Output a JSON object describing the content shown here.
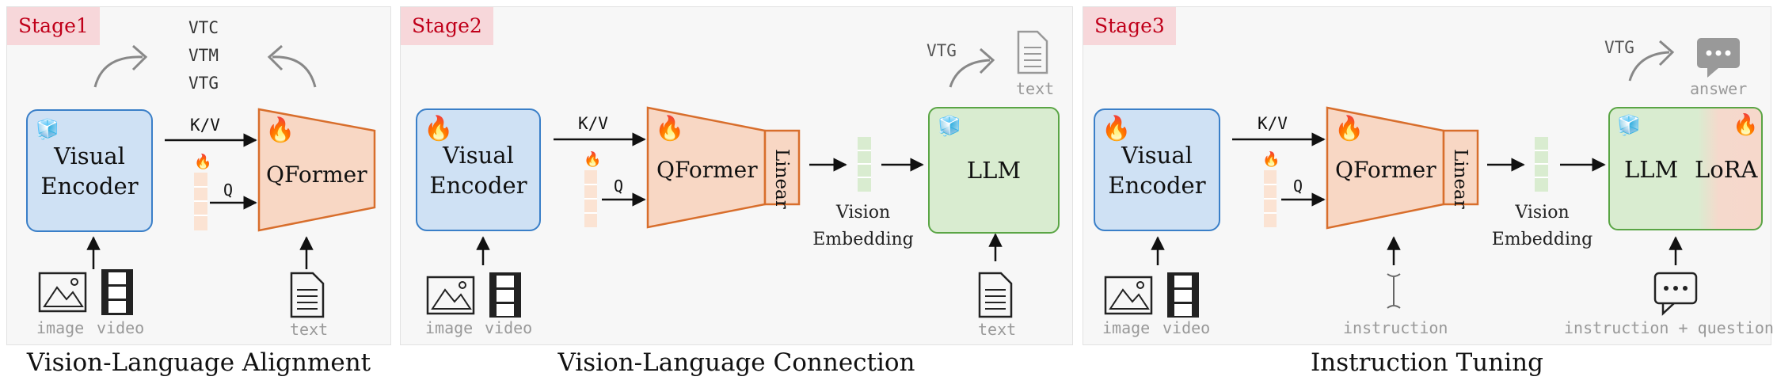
{
  "colors": {
    "stage_tag_bg": "#f7d7da",
    "stage_tag_text": "#c0001a",
    "encoder_fill": "#cfe1f4",
    "encoder_border": "#3a7fc8",
    "qformer_fill": "#f8d7c4",
    "qformer_border": "#d86e2c",
    "llm_fill": "#d9ecd0",
    "llm_border": "#5aa545",
    "muted_text": "#999999"
  },
  "icons": {
    "trainable": "fire-icon",
    "frozen": "ice-cube-icon",
    "image": "image-icon",
    "video": "film-strip-icon",
    "text": "document-icon",
    "answer": "chat-bubble-icon",
    "question": "chat-bubble-outline-icon"
  },
  "stage1": {
    "tag": "Stage1",
    "caption": "Vision-Language Alignment",
    "objectives": [
      "VTC",
      "VTM",
      "VTG"
    ],
    "encoder_line1": "Visual",
    "encoder_line2": "Encoder",
    "kv": "K/V",
    "q": "Q",
    "qformer": "QFormer",
    "input_image": "image",
    "input_video": "video",
    "input_text": "text"
  },
  "stage2": {
    "tag": "Stage2",
    "caption": "Vision-Language Connection",
    "encoder_line1": "Visual",
    "encoder_line2": "Encoder",
    "kv": "K/V",
    "q": "Q",
    "qformer": "QFormer",
    "linear": "Linear",
    "emb_line1": "Vision",
    "emb_line2": "Embedding",
    "llm": "LLM",
    "vtg": "VTG",
    "output_text": "text",
    "input_image": "image",
    "input_video": "video",
    "input_text": "text"
  },
  "stage3": {
    "tag": "Stage3",
    "caption": "Instruction Tuning",
    "encoder_line1": "Visual",
    "encoder_line2": "Encoder",
    "kv": "K/V",
    "q": "Q",
    "qformer": "QFormer",
    "linear": "Linear",
    "emb_line1": "Vision",
    "emb_line2": "Embedding",
    "llm": "LLM",
    "lora": "LoRA",
    "vtg": "VTG",
    "output_answer": "answer",
    "input_image": "image",
    "input_video": "video",
    "input_instruction": "instruction",
    "input_iq": "instruction + question"
  }
}
